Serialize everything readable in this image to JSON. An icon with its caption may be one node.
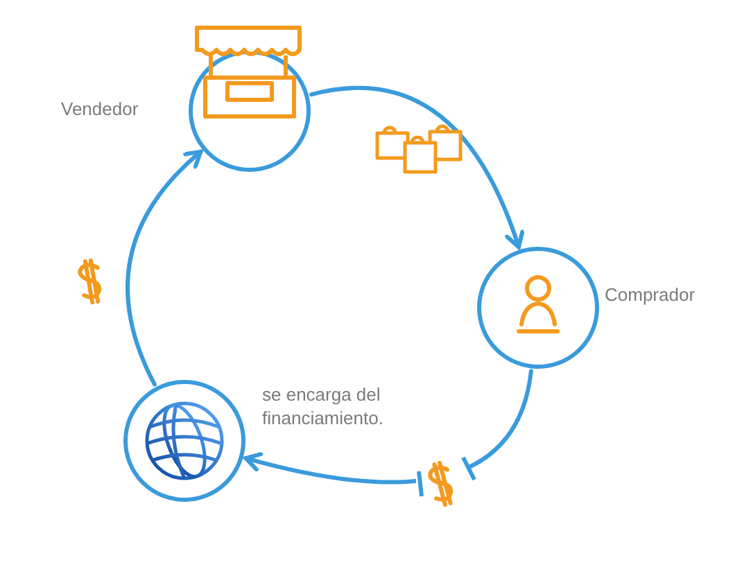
{
  "diagram": {
    "nodes": [
      {
        "text": [
          "Vendedor"
        ]
      },
      {
        "text": [
          "Comprador"
        ]
      },
      {
        "text": [
          "se encarga del financiamiento."
        ]
      }
    ],
    "edges": [
      {
        "from": 0,
        "to": 1,
        "arrow": "to"
      },
      {
        "from": 1,
        "to": 2,
        "arrow": "to"
      },
      {
        "from": 2,
        "to": 0,
        "arrow": "to"
      }
    ]
  }
}
